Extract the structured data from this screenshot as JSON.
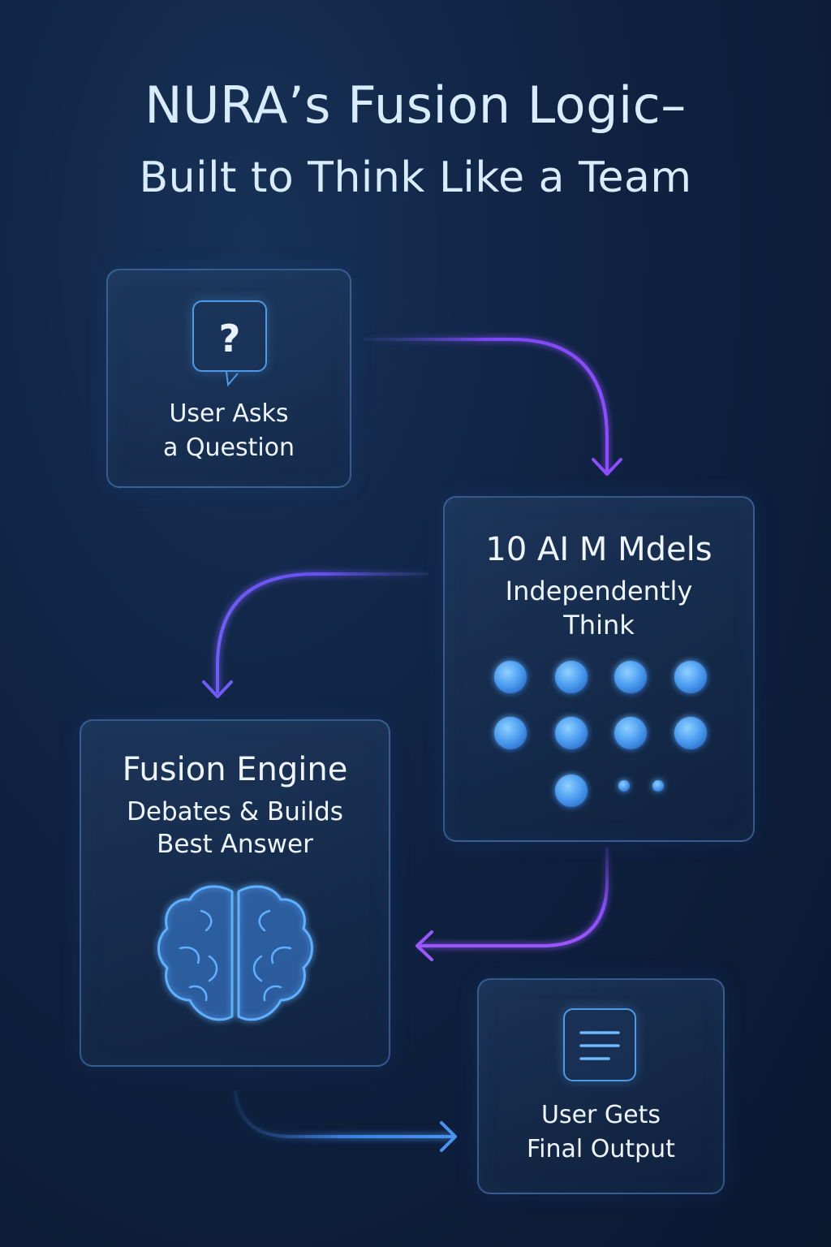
{
  "title": {
    "line1": "NURA’s Fusion Logic–",
    "line2": "Built to Think Like a Team"
  },
  "steps": {
    "ask": {
      "line1": "User Asks",
      "line2": "a Question",
      "icon": "question-bubble-icon"
    },
    "models": {
      "title": "10 AI M Mdels",
      "line1": "Independently",
      "line2": "Think",
      "icon": "model-dots-icon"
    },
    "fusion": {
      "title": "Fusion Engine",
      "line1": "Debates & Builds",
      "line2": "Best Answer",
      "icon": "brain-icon"
    },
    "output": {
      "line1": "User Gets",
      "line2": "Final Output",
      "icon": "document-lines-icon"
    }
  },
  "colors": {
    "accent_blue": "#58a6f4",
    "accent_purple": "#8a4dff",
    "border": "#5284c4"
  }
}
